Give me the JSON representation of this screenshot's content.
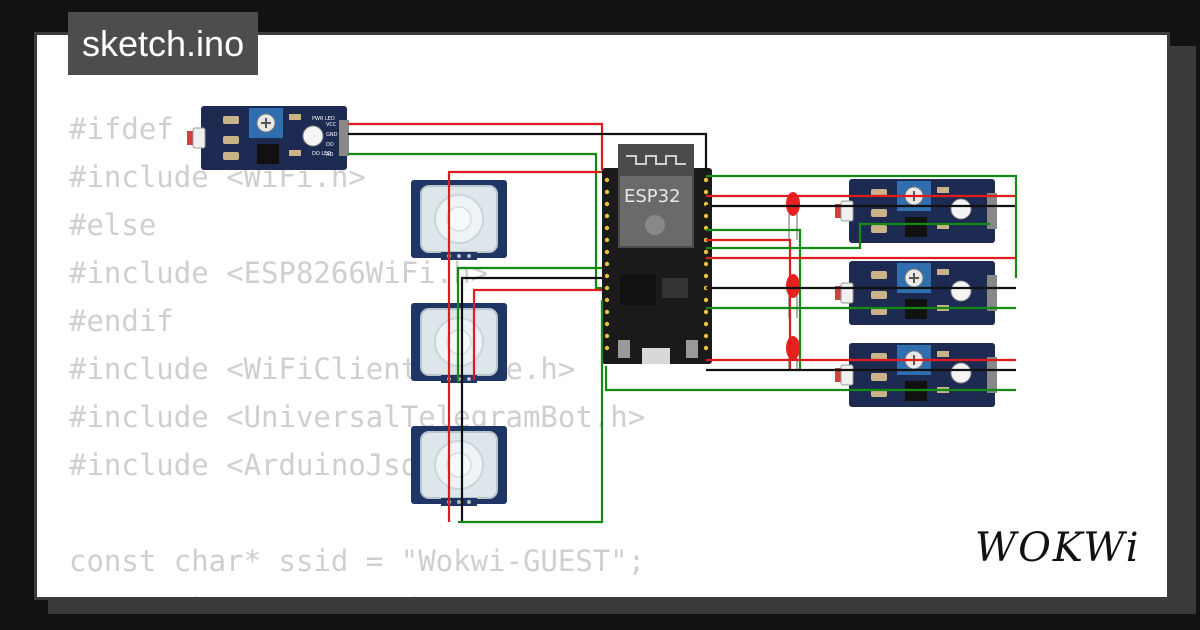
{
  "tab": {
    "filename": "sketch.ino"
  },
  "code_lines": [
    "#ifdef",
    "#include <WiFi.h>",
    "#else",
    "#include <ESP8266WiFi.h>",
    "#endif",
    "#include <WiFiClientSecure.h>",
    "#include <UniversalTelegramBot.h>",
    "#include <ArduinoJson.h>",
    "",
    "const char* ssid = \"Wokwi-GUEST\";",
    "const char* password = \"\";"
  ],
  "esp32": {
    "label": "ESP32"
  },
  "sensor_module": {
    "pins": [
      "VCC",
      "GND",
      "DO",
      "AO"
    ],
    "led_labels": [
      "PWR LED",
      "DO LED"
    ]
  },
  "logo": {
    "text": "WOKWi"
  },
  "colors": {
    "wire_red": "#e01b1b",
    "wire_black": "#111111",
    "wire_green": "#138a13",
    "board_navy": "#1d2a52",
    "board_black": "#1a1a1a",
    "pot_blue": "#2f6fb0"
  }
}
